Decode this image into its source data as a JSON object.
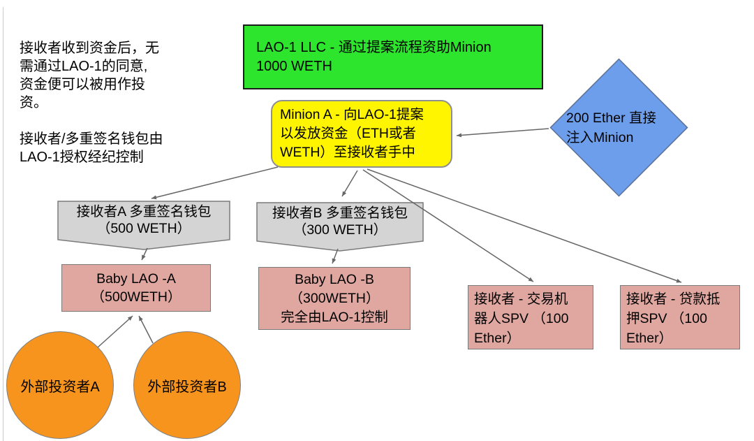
{
  "note": {
    "text": "接收者收到资金后，无\n需通过LAO-1的同意,\n资金便可以被用作投\n资。\n\n接收者/多重签名钱包由\nLAO-1授权经纪控制"
  },
  "nodes": {
    "lao1_llc": {
      "label": "LAO-1 LLC - 通过提案流程资助Minion\n1000 WETH",
      "shape": "rectangle",
      "fill": "#2ee52e"
    },
    "minion_a": {
      "label": "Minion A - 向LAO-1提案\n以发放资金（ETH或者\nWETH）至接收者手中",
      "shape": "rounded-rectangle",
      "fill": "#fff500"
    },
    "ether_injection": {
      "label": "200 Ether 直接\n注入Minion",
      "shape": "diamond",
      "fill": "#6d9eeb"
    },
    "wallet_a": {
      "label": "接收者A 多重签名钱包\n（500 WETH）",
      "shape": "banner",
      "fill": "#d4d4d4"
    },
    "wallet_b": {
      "label": "接收者B 多重签名钱包\n（300 WETH）",
      "shape": "banner",
      "fill": "#d4d4d4"
    },
    "baby_lao_a": {
      "label": "Baby LAO -A\n（500WETH）",
      "shape": "rectangle",
      "fill": "#dfa7a0"
    },
    "baby_lao_b": {
      "label": "Baby LAO -B\n（300WETH）\n完全由LAO-1控制",
      "shape": "rectangle",
      "fill": "#dfa7a0"
    },
    "spv_trading_bot": {
      "label": "接收者 - 交易机\n器人SPV （100\nEther）",
      "shape": "rectangle",
      "fill": "#dfa7a0"
    },
    "spv_loan_collateral": {
      "label": "接收者 - 贷款抵\n押SPV （100\nEther）",
      "shape": "rectangle",
      "fill": "#dfa7a0"
    },
    "investor_a": {
      "label": "外部投资者A",
      "shape": "circle",
      "fill": "#f7941e"
    },
    "investor_b": {
      "label": "外部投资者B",
      "shape": "circle",
      "fill": "#f7941e"
    }
  },
  "edges": [
    {
      "from": "ether_injection",
      "to": "minion_a"
    },
    {
      "from": "minion_a",
      "to": "wallet_a"
    },
    {
      "from": "minion_a",
      "to": "wallet_b"
    },
    {
      "from": "minion_a",
      "to": "spv_trading_bot"
    },
    {
      "from": "minion_a",
      "to": "spv_loan_collateral"
    },
    {
      "from": "wallet_a",
      "to": "baby_lao_a"
    },
    {
      "from": "wallet_b",
      "to": "baby_lao_b"
    },
    {
      "from": "investor_a",
      "to": "baby_lao_a"
    },
    {
      "from": "investor_b",
      "to": "baby_lao_a"
    }
  ],
  "colors": {
    "background": "#ffffff",
    "arrow": "#666666",
    "green": "#2ee52e",
    "yellow": "#fff500",
    "blue": "#6d9eeb",
    "gray": "#d4d4d4",
    "pink": "#dfa7a0",
    "orange": "#f7941e",
    "text": "#000000"
  }
}
